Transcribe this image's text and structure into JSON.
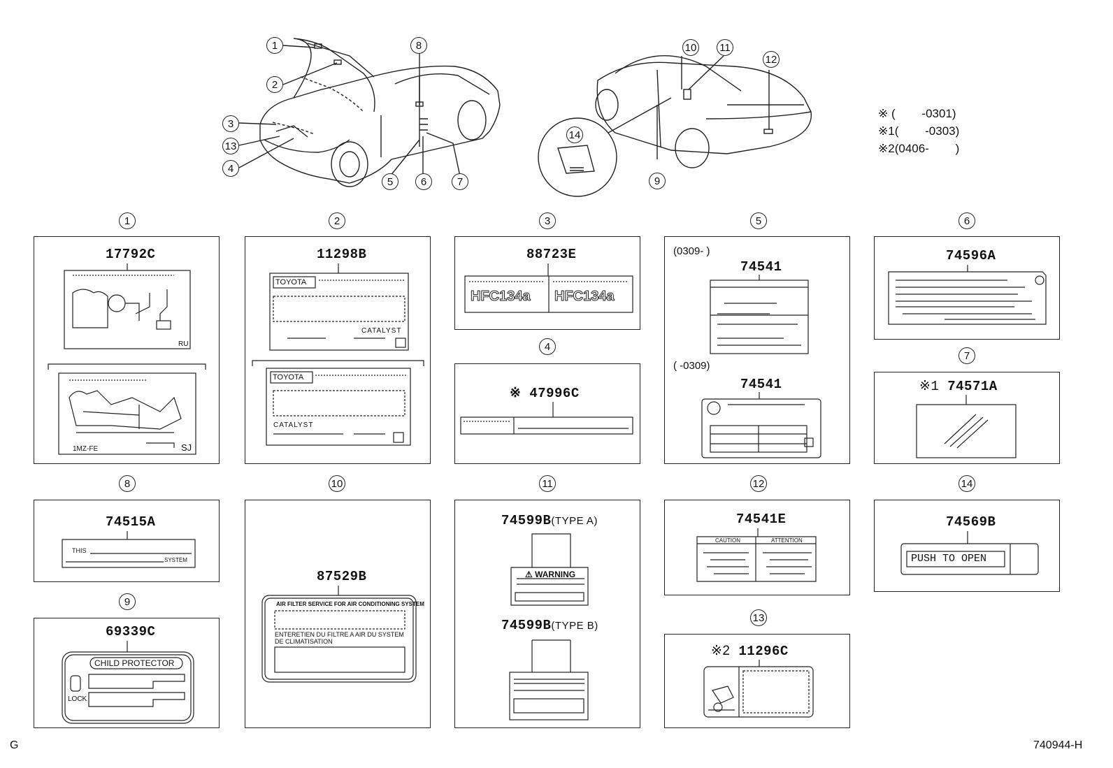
{
  "legend": [
    {
      "mark": "※",
      "range": "(        -0301)"
    },
    {
      "mark": "※1",
      "range": "(        -0303)"
    },
    {
      "mark": "※2",
      "range": "(0406-        )"
    }
  ],
  "car_callouts": [
    "1",
    "2",
    "3",
    "4",
    "5",
    "6",
    "7",
    "8",
    "9",
    "10",
    "11",
    "12",
    "13",
    "14"
  ],
  "panels": [
    {
      "num": "1",
      "part": "17792C",
      "codes": [
        "RU",
        "SJ"
      ],
      "engine": "1MZ-FE"
    },
    {
      "num": "2",
      "part": "11298B",
      "brand": "TOYOTA",
      "catalyst": "CATALYST"
    },
    {
      "num": "3",
      "part": "88723E",
      "text": "HFC134a"
    },
    {
      "num": "4",
      "mark": "※",
      "part": "47996C"
    },
    {
      "num": "5",
      "part": "74541",
      "part_b": "74541",
      "range_a": "(0309-        )",
      "range_b": "(        -0309)"
    },
    {
      "num": "6",
      "part": "74596A"
    },
    {
      "num": "7",
      "mark": "※1",
      "part": "74571A"
    },
    {
      "num": "8",
      "part": "74515A",
      "this": "THIS",
      "system": "SYSTEM"
    },
    {
      "num": "9",
      "part": "69339C",
      "title": "CHILD PROTECTOR",
      "lock": "LOCK"
    },
    {
      "num": "10",
      "part": "87529B",
      "line1": "AIR FILTER SERVICE FOR AIR CONDITIONING SYSTEM",
      "line2": "ENTERETIEN DU FILTRE A AIR DU SYSTEM",
      "line3": "DE CLIMATISATION"
    },
    {
      "num": "11",
      "part": "74599B",
      "type_a": "(TYPE A)",
      "part_b": "74599B",
      "type_b": "(TYPE B)",
      "warning": "WARNING"
    },
    {
      "num": "12",
      "part": "74541E",
      "caution": "CAUTION",
      "attention": "ATTENTION"
    },
    {
      "num": "13",
      "mark": "※2",
      "part": "11296C"
    },
    {
      "num": "14",
      "part": "74569B",
      "text": "PUSH TO OPEN"
    }
  ],
  "footer": {
    "left": "G",
    "right": "740944-H"
  }
}
